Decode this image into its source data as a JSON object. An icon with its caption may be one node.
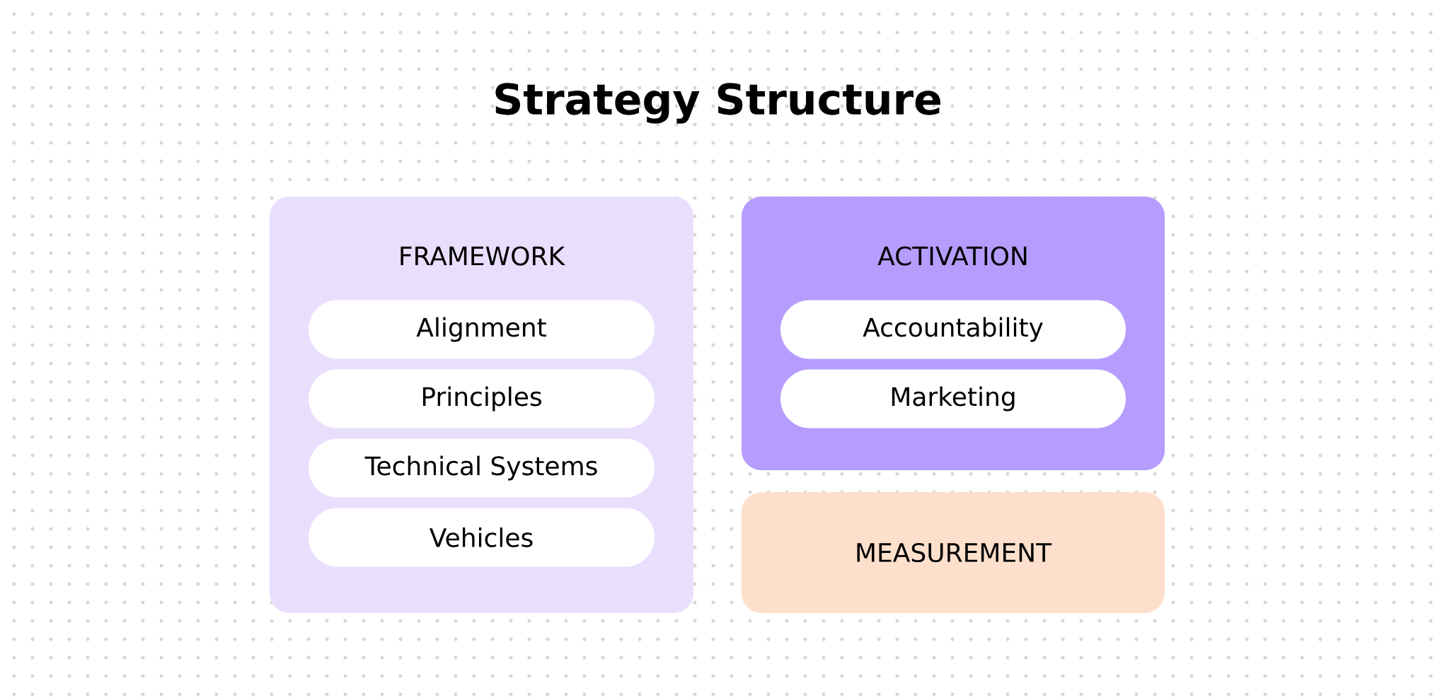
{
  "diagram": {
    "title": "Strategy Structure",
    "nodes": [
      {
        "text": [
          "FRAMEWORK"
        ]
      },
      {
        "text": [
          "Alignment"
        ],
        "in": 0
      },
      {
        "text": [
          "Principles"
        ],
        "in": 0
      },
      {
        "text": [
          "Technical Systems"
        ],
        "in": 0
      },
      {
        "text": [
          "Vehicles"
        ],
        "in": 0
      },
      {
        "text": [
          "ACTIVATION"
        ]
      },
      {
        "text": [
          "Accountability"
        ],
        "in": 5
      },
      {
        "text": [
          "Marketing"
        ],
        "in": 5
      },
      {
        "text": [
          "MEASUREMENT"
        ]
      }
    ]
  }
}
